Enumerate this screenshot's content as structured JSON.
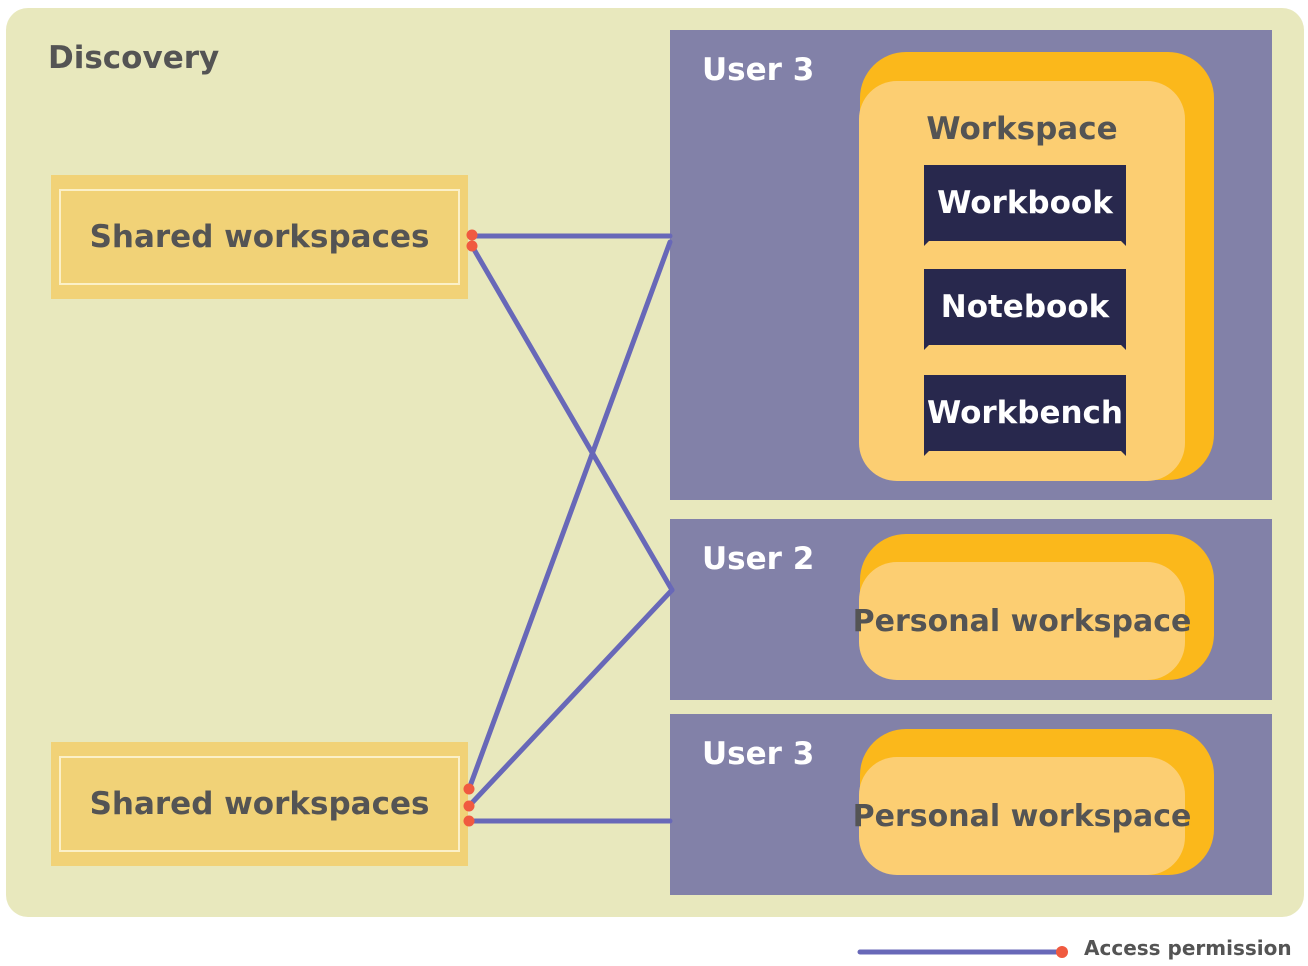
{
  "discovery": {
    "title": "Discovery"
  },
  "shared_workspaces": [
    {
      "label": "Shared workspaces"
    },
    {
      "label": "Shared workspaces"
    }
  ],
  "users": [
    {
      "label": "User 3",
      "workspace": {
        "title": "Workspace",
        "tools": [
          "Workbook",
          "Notebook",
          "Workbench"
        ]
      }
    },
    {
      "label": "User 2",
      "workspace": {
        "title": "Personal workspace"
      }
    },
    {
      "label": "User 3",
      "workspace": {
        "title": "Personal workspace"
      }
    }
  ],
  "legend": {
    "label": "Access permission"
  },
  "colors": {
    "background": "#e8e8bd",
    "shared_box": "#f1d277",
    "user_panel": "#8281a8",
    "workspace_back": "#fbb81b",
    "workspace_front": "#fcce72",
    "tool_box": "#28284d",
    "link_line": "#6868b8",
    "access_dot": "#f05a40"
  }
}
